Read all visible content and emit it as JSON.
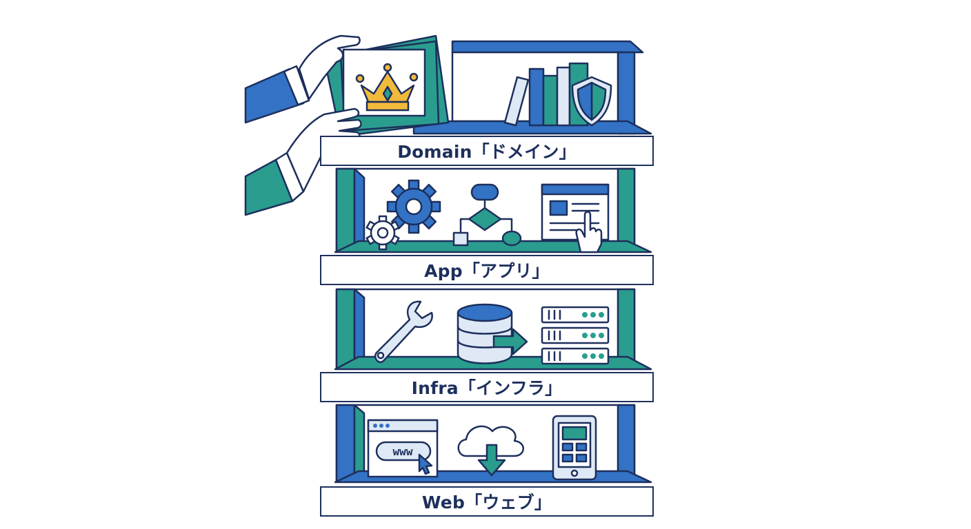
{
  "shelves": [
    {
      "name": "Domain",
      "suffix": "「ドメイン」"
    },
    {
      "name": "App",
      "suffix": "「アプリ」"
    },
    {
      "name": "Infra",
      "suffix": "「インフラ」"
    },
    {
      "name": "Web",
      "suffix": "「ウェブ」"
    }
  ],
  "web_icon": {
    "address_text": "www"
  },
  "icons": {
    "domain": [
      "crown-icon",
      "books-icon",
      "shield-icon"
    ],
    "app": [
      "gear-icon",
      "flowchart-icon",
      "browser-window-icon",
      "pointing-hand-icon"
    ],
    "infra": [
      "wrench-icon",
      "database-icon",
      "arrow-right-icon",
      "server-rack-icon"
    ],
    "web": [
      "browser-address-icon",
      "cursor-icon",
      "cloud-download-icon",
      "tablet-icon"
    ],
    "other": [
      "hands-icon",
      "framed-box-icon"
    ]
  },
  "colors": {
    "outline": "#1d2f5c",
    "blue": "#3372c4",
    "teal": "#2a9d8f",
    "light_blue": "#dfe9f6",
    "gold": "#f2b93b"
  }
}
